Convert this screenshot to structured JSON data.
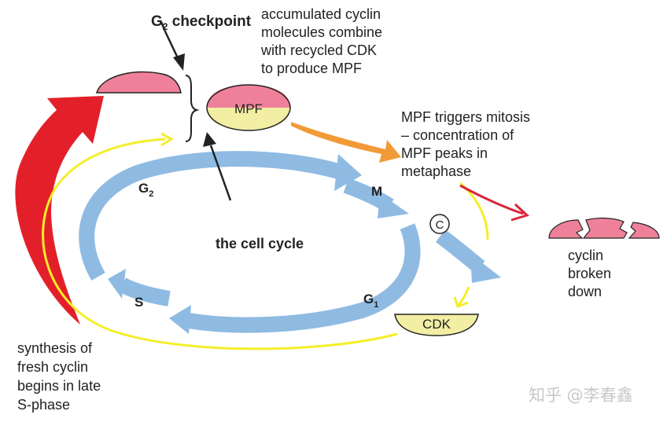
{
  "title": {
    "g2_main": "G",
    "g2_sub": "2",
    "g2_rest": " checkpoint"
  },
  "notes": {
    "accumulated": [
      "accumulated cyclin",
      "molecules combine",
      "with recycled CDK",
      "to produce MPF"
    ],
    "mpf_triggers": [
      "MPF triggers mitosis",
      "– concentration of",
      "MPF peaks in",
      "metaphase"
    ],
    "cyclin_broken": [
      "cyclin",
      "broken",
      "down"
    ],
    "synthesis": [
      "synthesis of",
      "fresh cyclin",
      "begins in late",
      "S-phase"
    ]
  },
  "center_label": "the cell cycle",
  "phases": {
    "g2": {
      "main": "G",
      "sub": "2"
    },
    "m": "M",
    "g1": {
      "main": "G",
      "sub": "1"
    },
    "s": "S"
  },
  "mpf_label": "MPF",
  "cdk_label": "CDK",
  "circle_c": "C",
  "watermark": "知乎 @李春鑫",
  "colors": {
    "cycle_arrow": "#8fbbe3",
    "cyclin": "#ee8199",
    "cdk": "#f2eea3",
    "synthesis_arrow": "#e3202a",
    "mpf_arrow": "#f29a38",
    "yellow_arrow": "#f5ee2a",
    "red_small_arrow": "#d9263a"
  }
}
